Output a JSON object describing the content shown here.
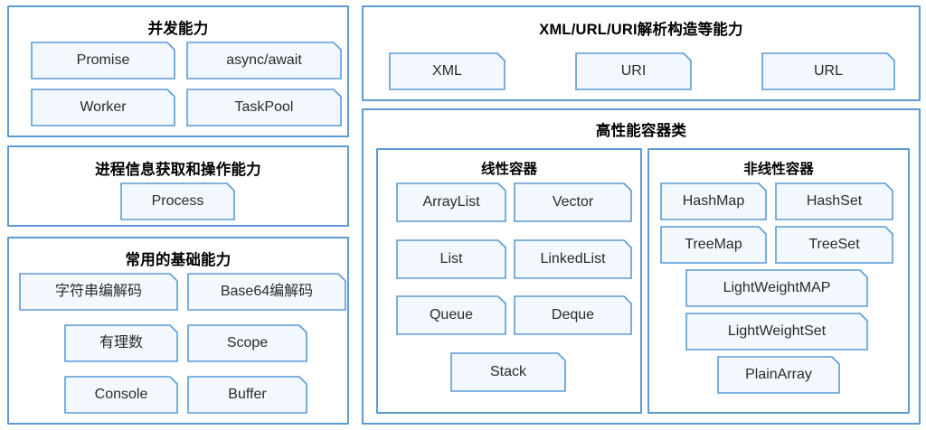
{
  "theme": {
    "border_color": "#5B9BD5",
    "item_fill": "#F2F8FD",
    "item_border": "#5B9BD5",
    "background": "#FFFFFF",
    "text_color": "#2B2B2B"
  },
  "diagram": {
    "type": "grouped-capability-map",
    "panels": [
      {
        "id": "concurrency",
        "title": "并发能力",
        "items": [
          "Promise",
          "async/await",
          "Worker",
          "TaskPool"
        ]
      },
      {
        "id": "process",
        "title": "进程信息获取和操作能力",
        "items": [
          "Process"
        ]
      },
      {
        "id": "basic",
        "title": "常用的基础能力",
        "items": [
          "字符串编解码",
          "Base64编解码",
          "有理数",
          "Scope",
          "Console",
          "Buffer"
        ]
      },
      {
        "id": "parsing",
        "title": "XML/URL/URI解析构造等能力",
        "items": [
          "XML",
          "URI",
          "URL"
        ]
      },
      {
        "id": "containers",
        "title": "高性能容器类",
        "subpanels": [
          {
            "id": "linear",
            "title": "线性容器",
            "items": [
              "ArrayList",
              "Vector",
              "List",
              "LinkedList",
              "Queue",
              "Deque",
              "Stack"
            ]
          },
          {
            "id": "nonlinear",
            "title": "非线性容器",
            "items": [
              "HashMap",
              "HashSet",
              "TreeMap",
              "TreeSet",
              "LightWeightMAP",
              "LightWeightSet",
              "PlainArray"
            ]
          }
        ]
      }
    ]
  }
}
